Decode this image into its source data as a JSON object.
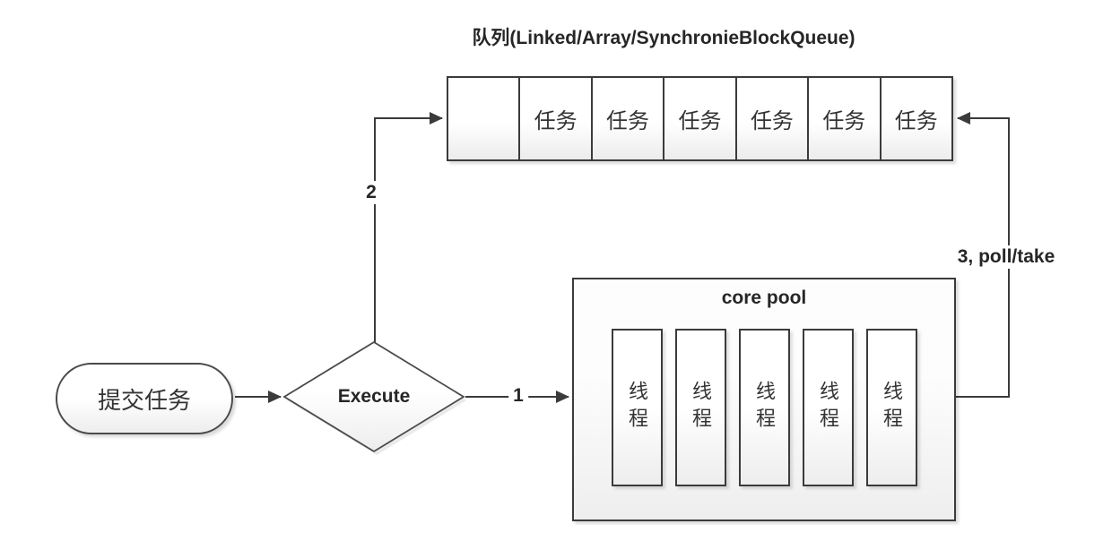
{
  "title": "队列(Linked/Array/SynchronieBlockQueue)",
  "queue": {
    "cells": [
      "",
      "任务",
      "任务",
      "任务",
      "任务",
      "任务",
      "任务"
    ]
  },
  "nodes": {
    "start": {
      "label": "提交任务",
      "shape": "stadium"
    },
    "decision": {
      "label": "Execute",
      "shape": "diamond"
    }
  },
  "core_pool": {
    "title": "core pool",
    "threads": [
      "线程",
      "线程",
      "线程",
      "线程",
      "线程"
    ]
  },
  "edges": {
    "start_to_decision": {
      "label": ""
    },
    "decision_to_queue": {
      "label": "2"
    },
    "decision_to_core_pool": {
      "label": "1"
    },
    "core_pool_to_queue": {
      "label": "3, poll/take"
    }
  },
  "colors": {
    "line": "#3b3b3b",
    "text": "#262626",
    "fill_top": "#ffffff",
    "fill_bottom": "#ececec",
    "background": "#ffffff"
  }
}
